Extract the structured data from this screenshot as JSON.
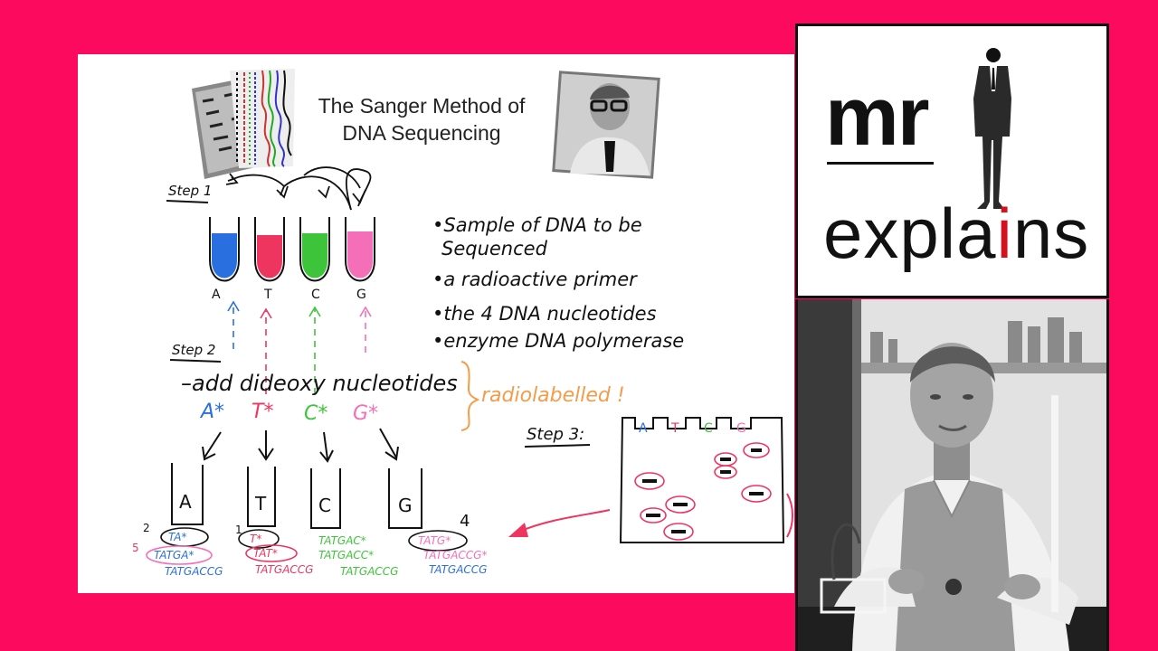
{
  "title": {
    "line1": "The Sanger Method of",
    "line2": "DNA Sequencing"
  },
  "step1": {
    "label": "Step 1",
    "tube_labels": [
      "A",
      "T",
      "C",
      "G"
    ],
    "tube_colors": [
      "#2a6fe0",
      "#ee3560",
      "#3ec43a",
      "#f56fb8"
    ],
    "notes": [
      "•Sample of DNA to be",
      "Sequenced",
      "•a radioactive primer",
      "•the 4 DNA nucleotides",
      "•enzyme DNA polymerase"
    ]
  },
  "step2": {
    "label": "Step 2",
    "instruction": "–add dideoxy nucleotides",
    "dideoxy": [
      "A*",
      "T*",
      "C*",
      "G*"
    ],
    "bracket_note": "radiolabelled !"
  },
  "step3": {
    "label": "Step 3:",
    "gel_labels": [
      "A",
      "T",
      "C",
      "G"
    ]
  },
  "bottom_tubes": {
    "labels": [
      "A",
      "T",
      "C",
      "G"
    ],
    "length_numbers": [
      "2",
      "1",
      "4",
      "5"
    ],
    "sequences": {
      "blue": [
        "TA*",
        "TATGA*",
        "TATGACCG"
      ],
      "pink": [
        "T*",
        "TAT*",
        "TATGACCG"
      ],
      "green": [
        "TATGAC*",
        "TATGACC*",
        "TATGACCG"
      ],
      "magenta": [
        "TATG*",
        "TATGACCG*",
        "TATGACCG"
      ]
    }
  },
  "logo": {
    "mr": "mr",
    "explains_a": "expla",
    "explains_i": "i",
    "explains_b": "ns"
  },
  "colors": {
    "background": "#fb0a5e",
    "blue": "#2a6fe0",
    "pink": "#ee3560",
    "green": "#3ec43a",
    "magenta": "#f56fb8",
    "orange": "#f39c4a",
    "red_i": "#d6101d"
  }
}
